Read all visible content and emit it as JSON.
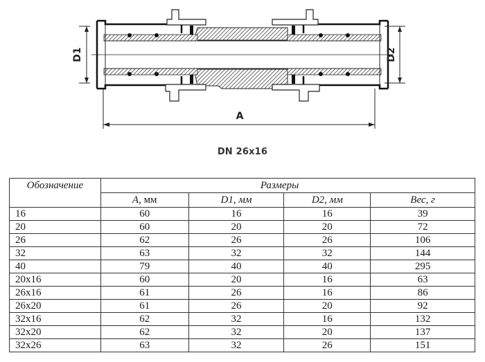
{
  "drawing": {
    "labels": {
      "d1": "D1",
      "d2": "D2",
      "a": "A"
    }
  },
  "caption": "DN 26x16",
  "table": {
    "header": {
      "designation": "Обозначение",
      "group": "Размеры",
      "columns": [
        {
          "name": "A",
          "unit": ", мм"
        },
        {
          "name": "D1, мм",
          "unit": ""
        },
        {
          "name": "D2, мм",
          "unit": ""
        },
        {
          "name": "Вес, г",
          "unit": ""
        }
      ]
    },
    "rows": [
      {
        "designation": "16",
        "a": "60",
        "d1": "16",
        "d2": "16",
        "weight": "39"
      },
      {
        "designation": "20",
        "a": "60",
        "d1": "20",
        "d2": "20",
        "weight": "72"
      },
      {
        "designation": "26",
        "a": "62",
        "d1": "26",
        "d2": "26",
        "weight": "106"
      },
      {
        "designation": "32",
        "a": "63",
        "d1": "32",
        "d2": "32",
        "weight": "144"
      },
      {
        "designation": "40",
        "a": "79",
        "d1": "40",
        "d2": "40",
        "weight": "295"
      },
      {
        "designation": "20x16",
        "a": "60",
        "d1": "20",
        "d2": "16",
        "weight": "63"
      },
      {
        "designation": "26x16",
        "a": "61",
        "d1": "26",
        "d2": "16",
        "weight": "86"
      },
      {
        "designation": "26x20",
        "a": "61",
        "d1": "26",
        "d2": "20",
        "weight": "92"
      },
      {
        "designation": "32x16",
        "a": "62",
        "d1": "32",
        "d2": "16",
        "weight": "132"
      },
      {
        "designation": "32x20",
        "a": "62",
        "d1": "32",
        "d2": "20",
        "weight": "137"
      },
      {
        "designation": "32x26",
        "a": "63",
        "d1": "32",
        "d2": "26",
        "weight": "151"
      }
    ]
  }
}
